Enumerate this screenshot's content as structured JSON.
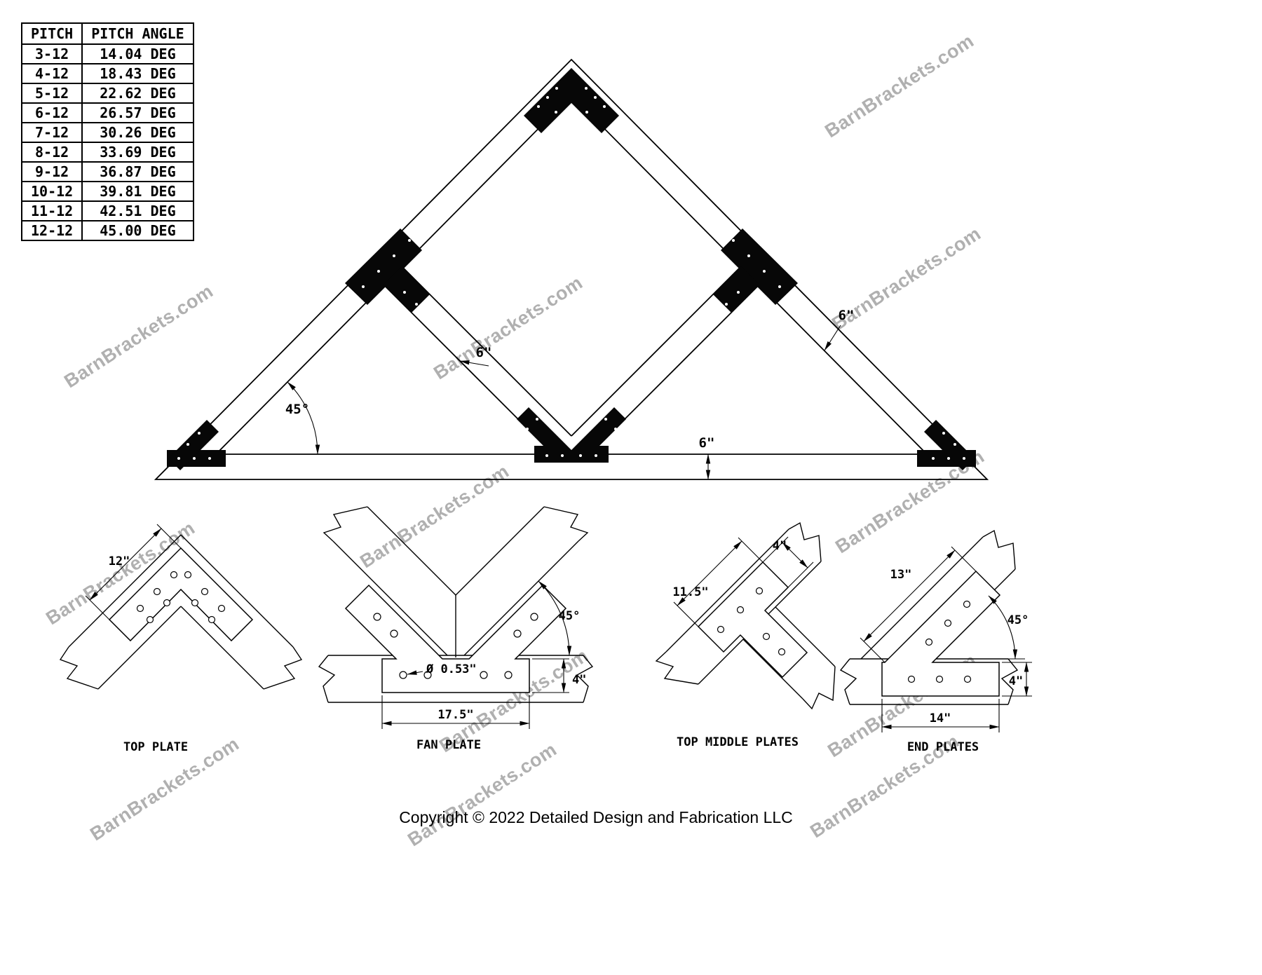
{
  "watermark": {
    "text": "BarnBrackets.com",
    "color": "#b0b0b0"
  },
  "pitch_table": {
    "headers": [
      "PITCH",
      "PITCH ANGLE"
    ],
    "rows": [
      [
        "3-12",
        "14.04 DEG"
      ],
      [
        "4-12",
        "18.43 DEG"
      ],
      [
        "5-12",
        "22.62 DEG"
      ],
      [
        "6-12",
        "26.57 DEG"
      ],
      [
        "7-12",
        "30.26 DEG"
      ],
      [
        "8-12",
        "33.69 DEG"
      ],
      [
        "9-12",
        "36.87 DEG"
      ],
      [
        "10-12",
        "39.81 DEG"
      ],
      [
        "11-12",
        "42.51 DEG"
      ],
      [
        "12-12",
        "45.00 DEG"
      ]
    ]
  },
  "truss": {
    "pitch_angle": "45°",
    "web_width": "6\"",
    "rafter_width": "6\"",
    "chord_depth": "6\""
  },
  "details": {
    "top_plate": {
      "label": "TOP PLATE",
      "edge_length": "12\""
    },
    "fan_plate": {
      "label": "FAN PLATE",
      "hole_diameter": "Ø 0.53\"",
      "base_length": "17.5\"",
      "base_height": "4\"",
      "angle": "45°"
    },
    "top_middle": {
      "label": "TOP MIDDLE PLATES",
      "bar_length": "11.5\"",
      "bar_width": "4\""
    },
    "end_plates": {
      "label": "END PLATES",
      "arm_length": "13\"",
      "angle": "45°",
      "bar_height": "4\"",
      "bar_length": "14\""
    }
  },
  "footer": {
    "copyright": "Copyright © 2022 Detailed Design and Fabrication LLC"
  }
}
